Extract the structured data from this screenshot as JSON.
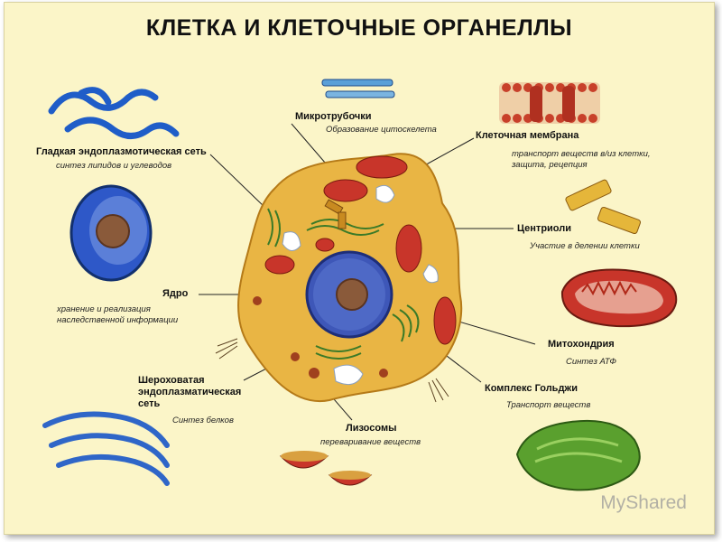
{
  "title": "КЛЕТКА И КЛЕТОЧНЫЕ ОРГАНЕЛЛЫ",
  "labels": {
    "microtubules": {
      "name": "Микротрубочки",
      "desc": "Образование цитоскелета"
    },
    "membrane": {
      "name": "Клеточная мембрана",
      "desc1": "транспорт веществ в/из клетки,",
      "desc2": "защита, рецепция"
    },
    "smooth_er": {
      "name": "Гладкая эндоплазмотическая сеть",
      "desc": "синтез липидов и углеводов"
    },
    "centrioles": {
      "name": "Центриоли",
      "desc": "Участие в делении клетки"
    },
    "nucleus": {
      "name": "Ядро",
      "desc1": "хранение и реализация",
      "desc2": "наследственной информации"
    },
    "mitochondria": {
      "name": "Митохондрия",
      "desc": "Синтез АТФ"
    },
    "rough_er": {
      "name1": "Шероховатая",
      "name2": "эндоплазматическая",
      "name3": "сеть",
      "desc": "Синтез белков"
    },
    "golgi": {
      "name": "Комплекс Гольджи",
      "desc": "Транспорт веществ"
    },
    "lysosomes": {
      "name": "Лизосомы",
      "desc": "переваривание веществ"
    }
  },
  "watermark": "MyShared",
  "colors": {
    "background": "#fbf5c8",
    "cytoplasm": "#e9b544",
    "nucleus": "#3e57b8",
    "mitochondria": "#c8352a",
    "er": "#2f66c8",
    "golgi": "#4a9a2a"
  }
}
